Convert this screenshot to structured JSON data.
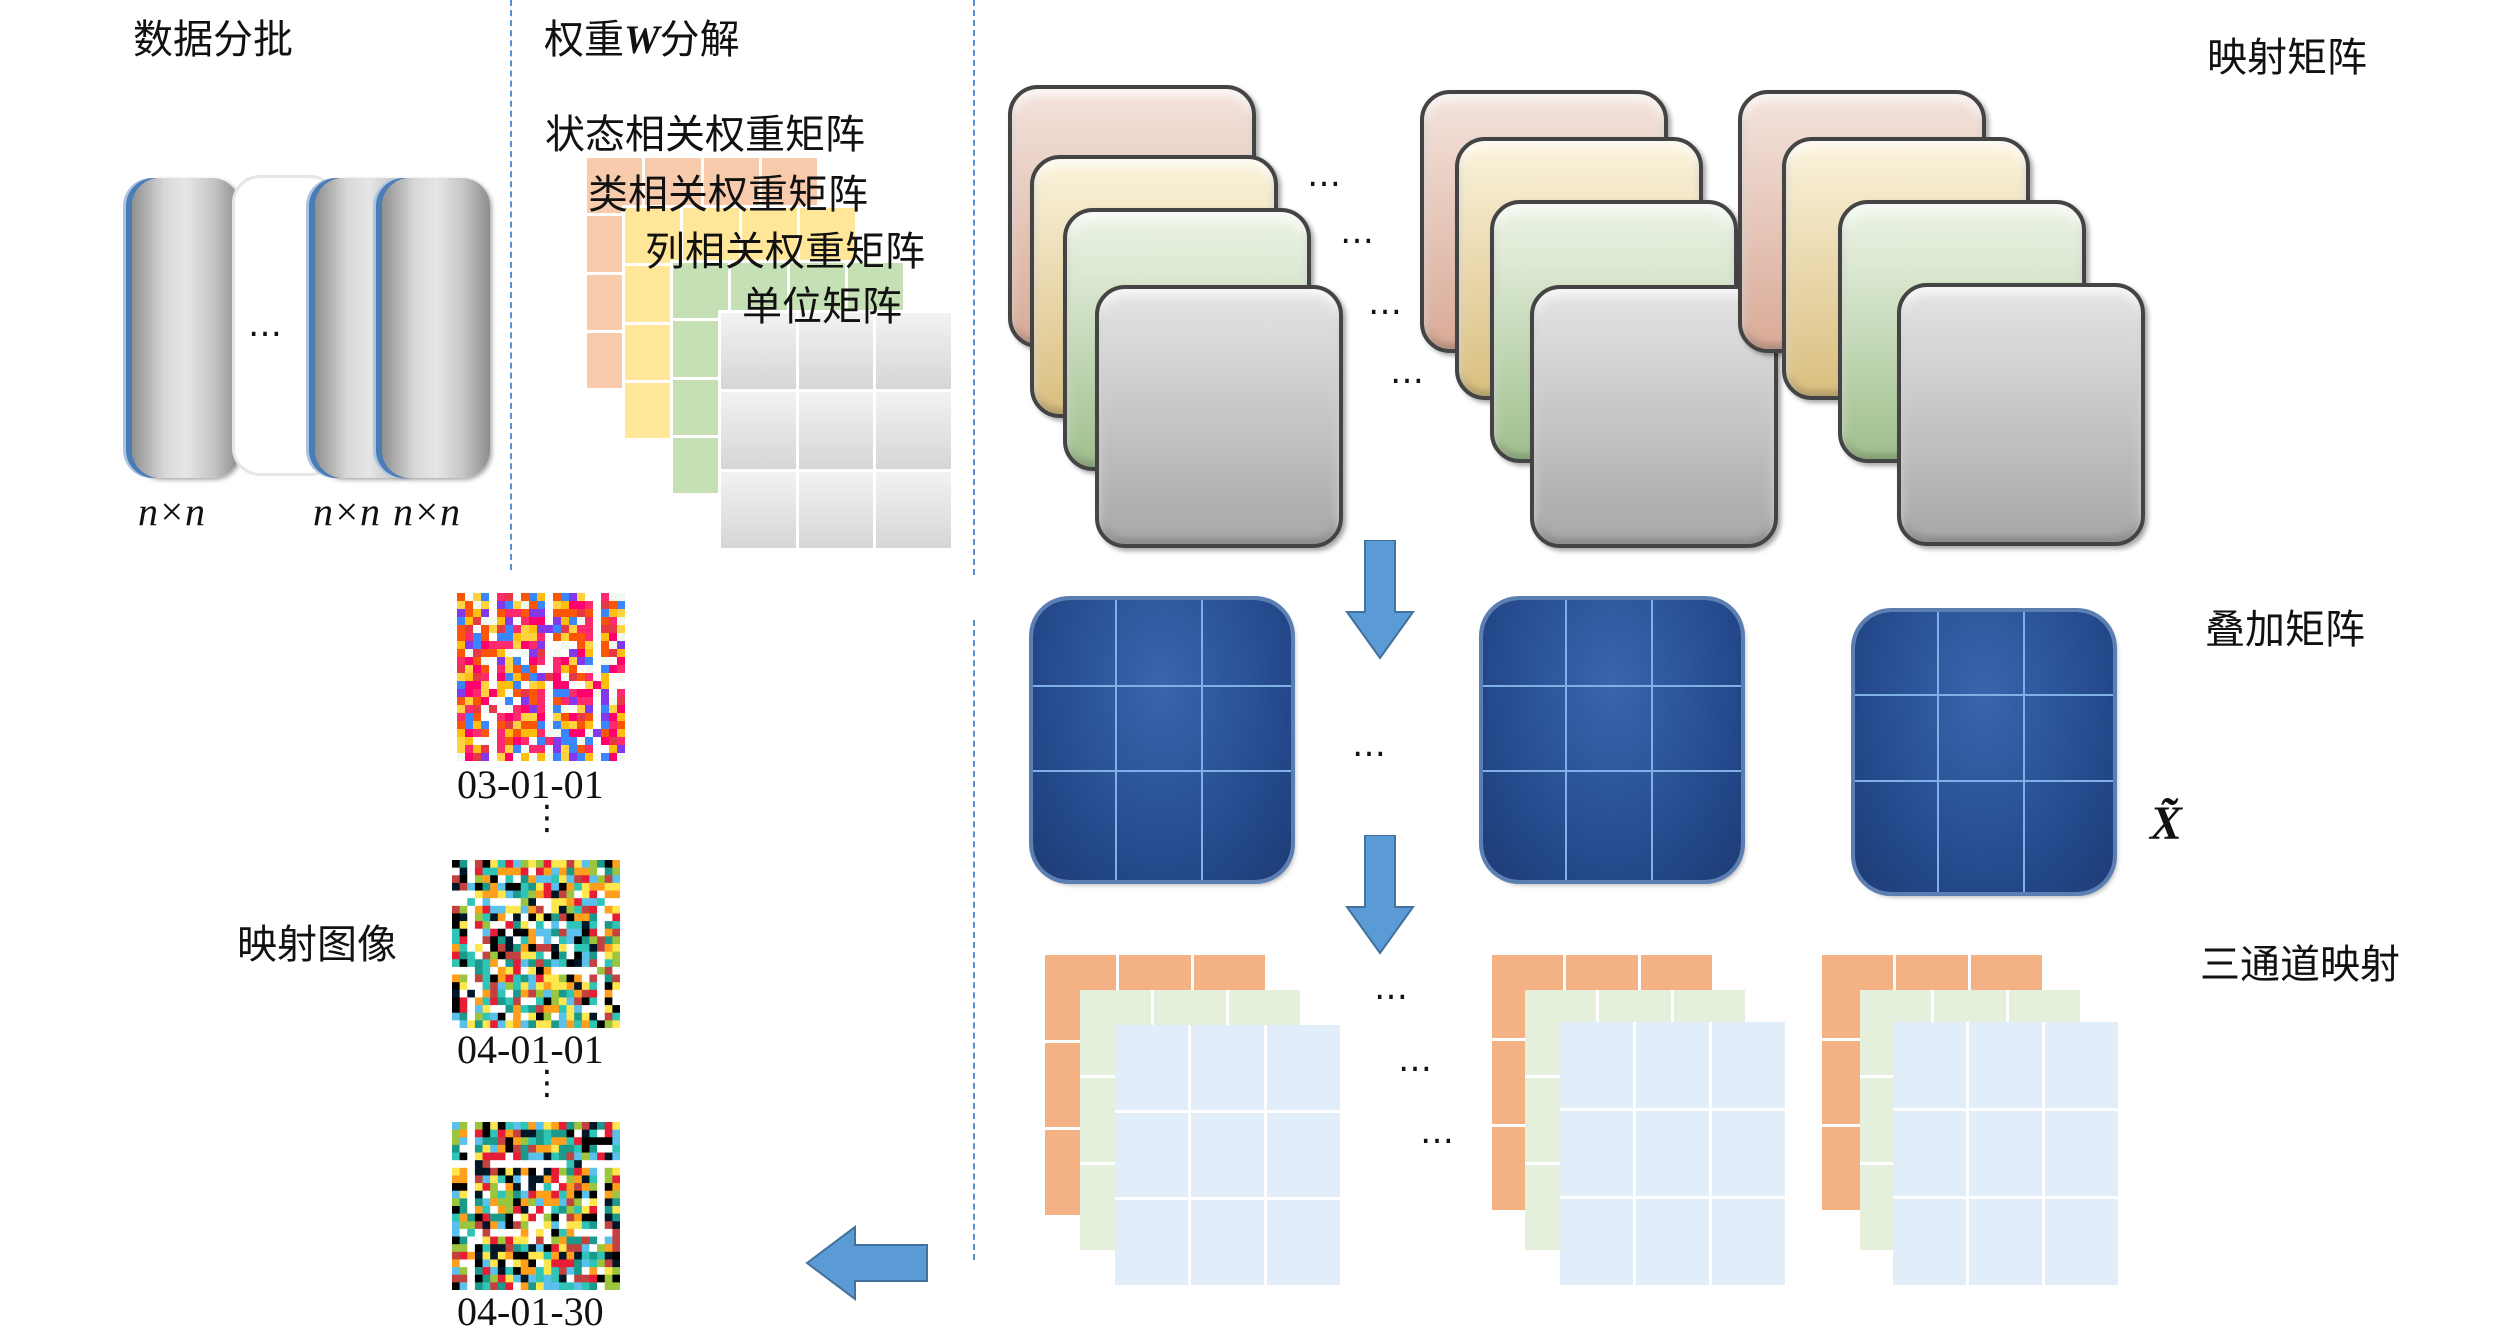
{
  "labels": {
    "batch": "数据分批",
    "weight_prefix": "权重",
    "weight_var": "W",
    "weight_suffix": "分解",
    "state_weight": "状态相关权重矩阵",
    "class_weight": "类相关权重矩阵",
    "column_weight": "列相关权重矩阵",
    "identity": "单位矩阵",
    "mapping_matrix": "映射矩阵",
    "superposition_matrix": "叠加矩阵",
    "three_channel": "三通道映射",
    "mapped_image": "映射图像",
    "x_tilde": "X̃"
  },
  "batch_sizes": [
    "n×n",
    "n×n",
    "n×n"
  ],
  "ellipsis": "…",
  "vertical_ellipsis": "⋮",
  "image_ids": [
    "03-01-01",
    "04-01-01",
    "04-01-30"
  ],
  "colors": {
    "dash": "#5b8fd0",
    "arrow": "#5b9bd5",
    "state": "#f8cbad",
    "class": "#ffe699",
    "column": "#c5e0b4",
    "identity": "#e0e0e0",
    "superposition": "#23488a",
    "ch_orange": "#f4b183",
    "ch_green": "#e2efd9",
    "ch_blue": "#deebf7"
  }
}
